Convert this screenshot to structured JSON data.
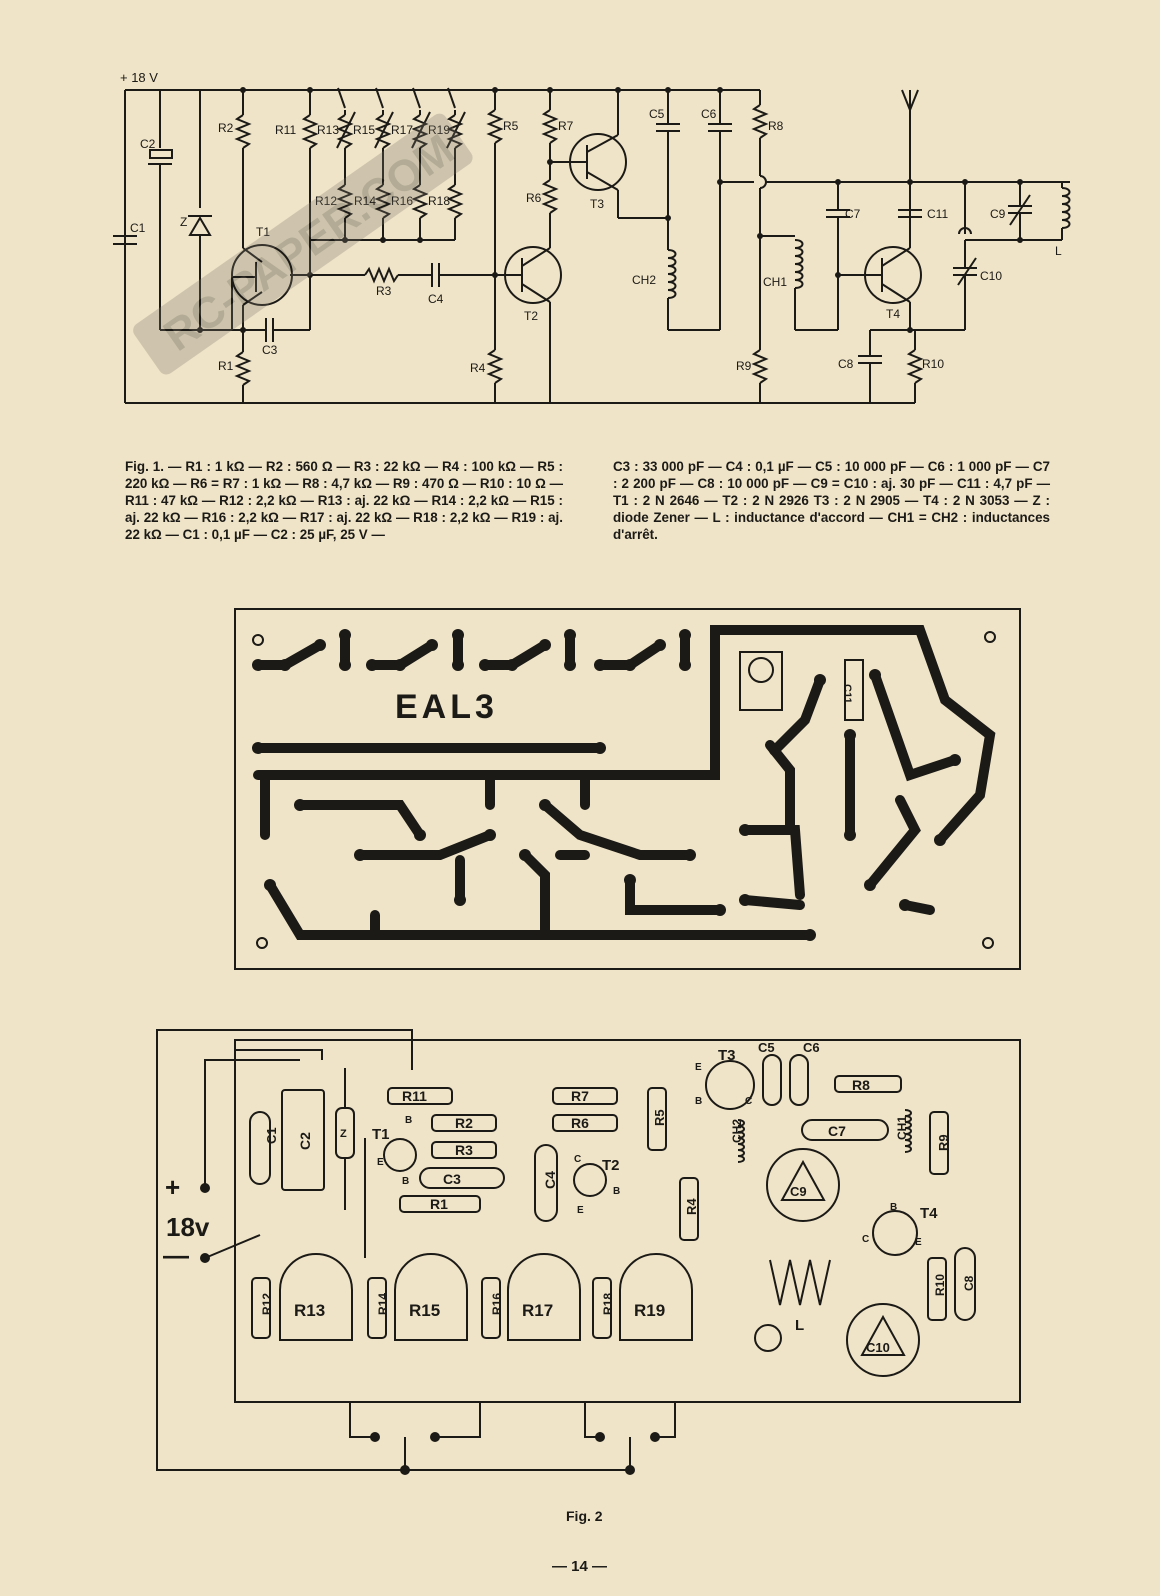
{
  "schematic": {
    "supply_label": "+ 18 V",
    "labels": {
      "R1": "R1",
      "R2": "R2",
      "R3": "R3",
      "R4": "R4",
      "R5": "R5",
      "R6": "R6",
      "R7": "R7",
      "R8": "R8",
      "R9": "R9",
      "R10": "R10",
      "R11": "R11",
      "R12": "R12",
      "R13": "R13",
      "R14": "R14",
      "R15": "R15",
      "R16": "R16",
      "R17": "R17",
      "R18": "R18",
      "R19": "R19",
      "C1": "C1",
      "C2": "C2",
      "C3": "C3",
      "C4": "C4",
      "C5": "C5",
      "C6": "C6",
      "C7": "C7",
      "C8": "C8",
      "C9": "C9",
      "C10": "C10",
      "C11": "C11",
      "T1": "T1",
      "T2": "T2",
      "T3": "T3",
      "T4": "T4",
      "Z": "Z",
      "CH1": "CH1",
      "CH2": "CH2",
      "L": "L"
    }
  },
  "watermark": "RC-PAPER.COM",
  "caption_left": "Fig. 1. — R1 : 1 kΩ — R2 : 560 Ω — R3 : 22 kΩ — R4 : 100 kΩ — R5 : 220 kΩ — R6 = R7 : 1 kΩ — R8 : 4,7 kΩ — R9 : 470 Ω — R10 : 10 Ω — R11 : 47 kΩ — R12 : 2,2 kΩ — R13 : aj. 22 kΩ — R14 : 2,2 kΩ — R15 : aj. 22 kΩ — R16 : 2,2 kΩ — R17 : aj. 22 kΩ — R18 : 2,2 kΩ — R19 : aj. 22 kΩ — C1 : 0,1 µF — C2 : 25 µF, 25 V —",
  "caption_right": "C3 : 33 000 pF — C4 : 0,1 µF — C5 : 10 000 pF — C6 : 1 000 pF — C7 : 2 200 pF — C8 : 10 000 pF — C9 = C10 : aj. 30 pF — C11 : 4,7 pF — T1 : 2 N 2646 — T2 : 2 N 2926 T3 : 2 N 2905 — T4 : 2 N 3053 — Z : diode Zener — L : inductance d'accord — CH1 = CH2 : inductances d'arrêt.",
  "pcb": {
    "title": "EAL3",
    "c11_label": "C11"
  },
  "layout_board": {
    "plus": "+",
    "voltage": "18v",
    "minus": "—",
    "parts": {
      "R11": "R11",
      "R2": "R2",
      "R3": "R3",
      "R1": "R1",
      "R7": "R7",
      "R6": "R6",
      "R5": "R5",
      "R4": "R4",
      "R8": "R8",
      "R9": "R9",
      "R10": "R10",
      "R12": "R12",
      "R13": "R13",
      "R14": "R14",
      "R15": "R15",
      "R16": "R16",
      "R17": "R17",
      "R18": "R18",
      "R19": "R19",
      "C1": "C1",
      "C2": "C2",
      "C3": "C3",
      "C4": "C4",
      "C5": "C5",
      "C6": "C6",
      "C7": "C7",
      "C8": "C8",
      "C9": "C9",
      "C10": "C10",
      "T1": "T1",
      "T2": "T2",
      "T3": "T3",
      "T4": "T4",
      "CH1": "CH1",
      "CH2": "CH2",
      "L": "L",
      "Z": "Z"
    },
    "pins": {
      "B": "B",
      "E": "E",
      "C": "C"
    }
  },
  "fig2_label": "Fig. 2",
  "page_number": "— 14 —"
}
